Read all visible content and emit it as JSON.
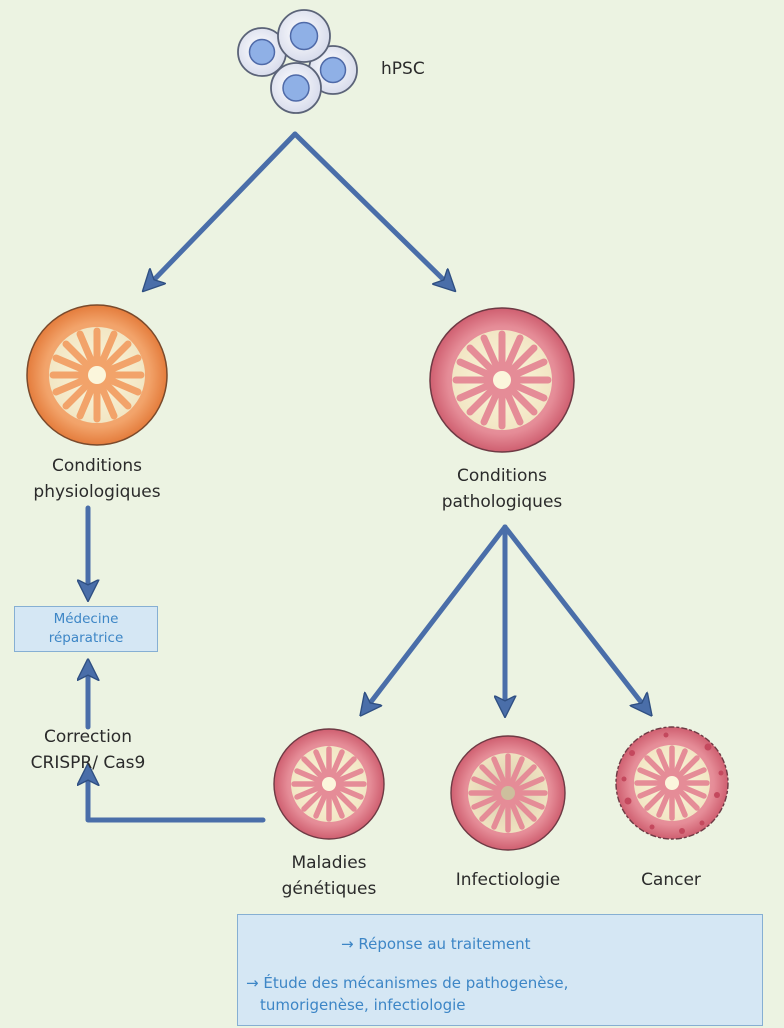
{
  "top": {
    "label": "hPSC"
  },
  "organoids": {
    "physiological": [
      "Conditions",
      "physiologiques"
    ],
    "pathological": [
      "Conditions",
      "pathologiques"
    ],
    "genetic": [
      "Maladies",
      "génétiques"
    ],
    "infection": "Infectiologie",
    "cancer": "Cancer"
  },
  "repair_box": [
    "Médecine",
    "réparatrice"
  ],
  "correction": [
    "Correction",
    "CRISPR/ Cas9"
  ],
  "bottom_box": {
    "line1": "→ Réponse au traitement",
    "line2": "→ Étude des mécanismes de pathogenèse,",
    "line3": "tumorigenèse, infectiologie"
  },
  "colors": {
    "background": "#ecf3e2",
    "arrow": "#4a6ea9",
    "box_fill": "#d5e7f4",
    "box_text": "#3d86c6",
    "organoid_physiological": "#f2a36a",
    "organoid_pathological": "#e58c97"
  }
}
